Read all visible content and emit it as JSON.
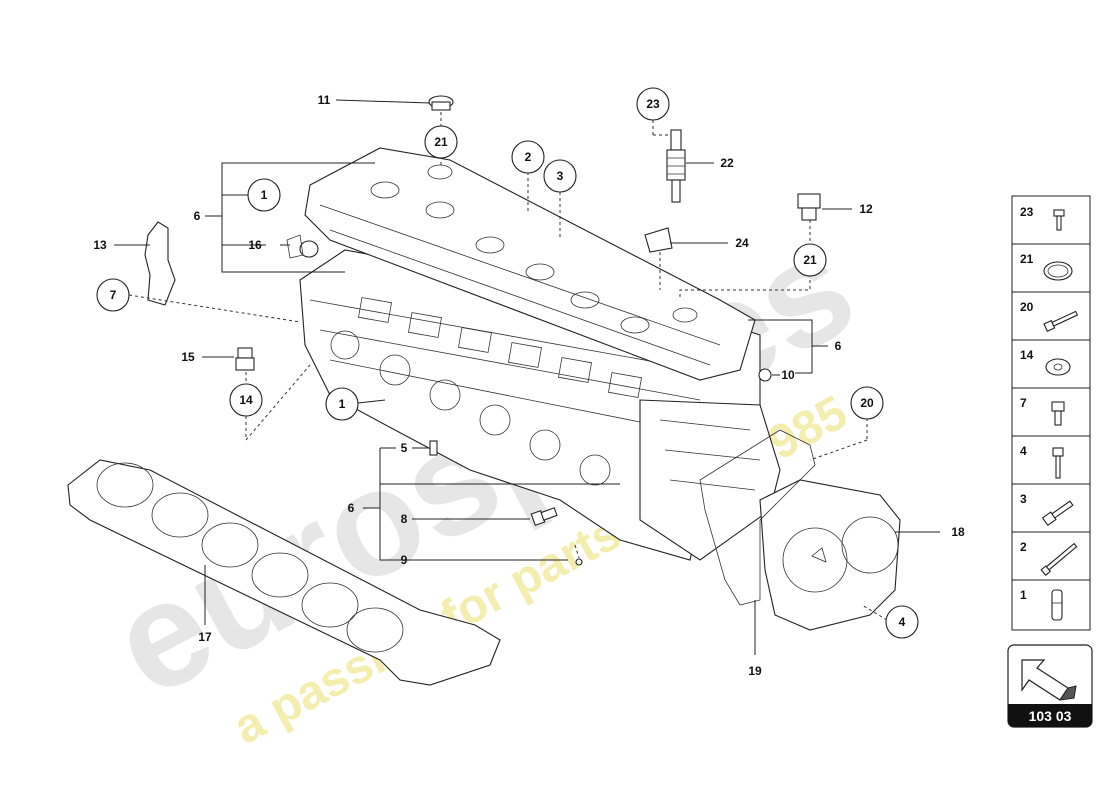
{
  "watermark": {
    "brand": "eurospares",
    "tagline": "a passion for parts since 1985"
  },
  "callouts": {
    "c1a": "1",
    "c1b": "1",
    "c2": "2",
    "c3": "3",
    "c4": "4",
    "c5": "5",
    "c6a": "6",
    "c6b": "6",
    "c6c": "6",
    "c7": "7",
    "c8": "8",
    "c9": "9",
    "c10": "10",
    "c11": "11",
    "c12": "12",
    "c13": "13",
    "c14": "14",
    "c15": "15",
    "c16": "16",
    "c17": "17",
    "c18": "18",
    "c19": "19",
    "c20": "20",
    "c21a": "21",
    "c21b": "21",
    "c22": "22",
    "c23": "23",
    "c24": "24"
  },
  "legend": {
    "items": [
      "23",
      "21",
      "20",
      "14",
      "7",
      "4",
      "3",
      "2",
      "1"
    ]
  },
  "diagram_ref": "103 03"
}
